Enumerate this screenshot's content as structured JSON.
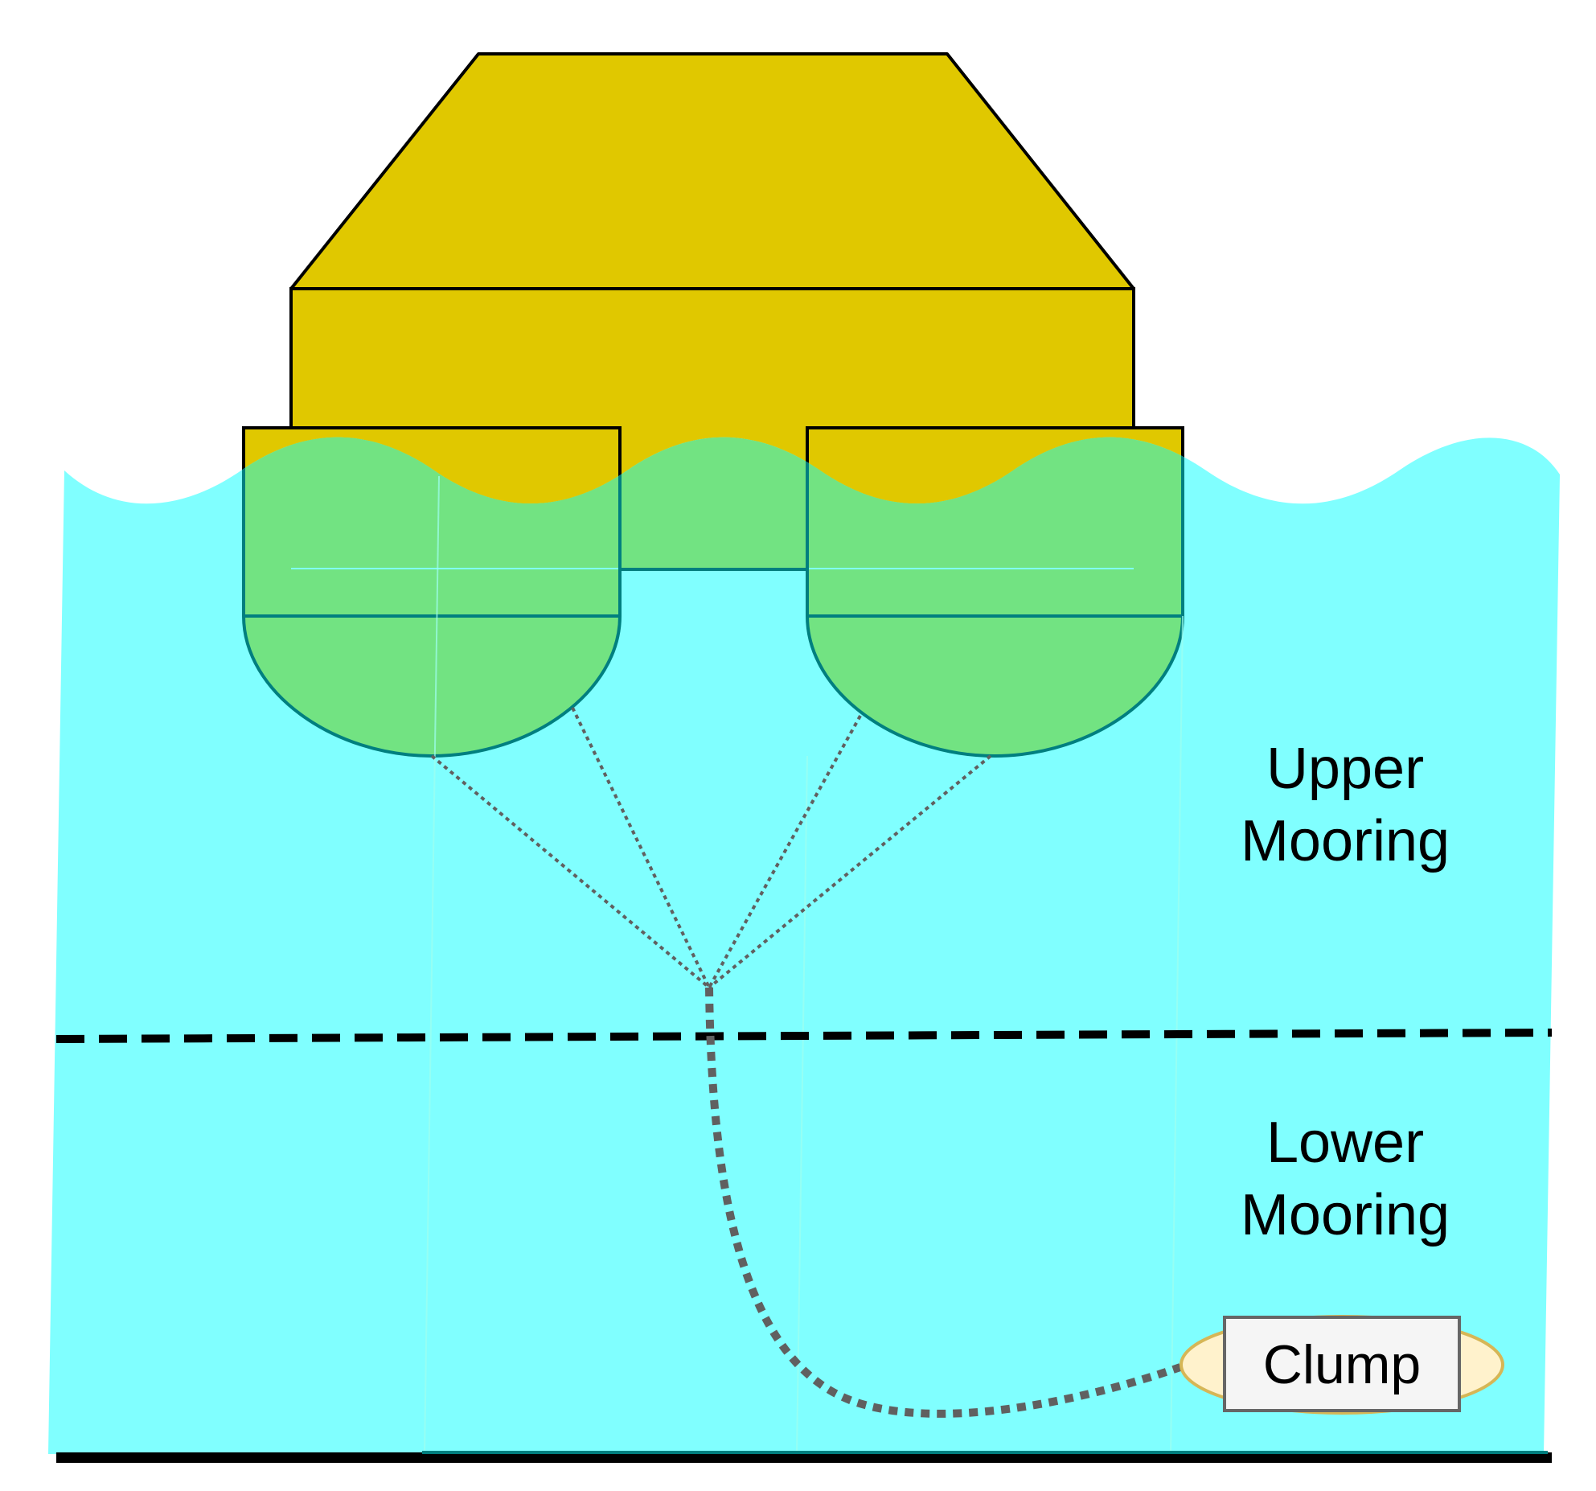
{
  "labels": {
    "upper_line1": "Upper",
    "upper_line2": "Mooring",
    "lower_line1": "Lower",
    "lower_line2": "Mooring",
    "clump": "Clump"
  },
  "colors": {
    "water": "#80FFFF",
    "platform": "#E0C800",
    "submerged_hull": "#72E382",
    "hull_outline": "#007F7F",
    "clump_ellipse_fill": "#FFF2CC",
    "clump_ellipse_stroke": "#D6B656",
    "clump_box_fill": "#F5F5F5",
    "clump_box_stroke": "#666666",
    "mooring_line": "#606060",
    "seabed": "#000000"
  }
}
